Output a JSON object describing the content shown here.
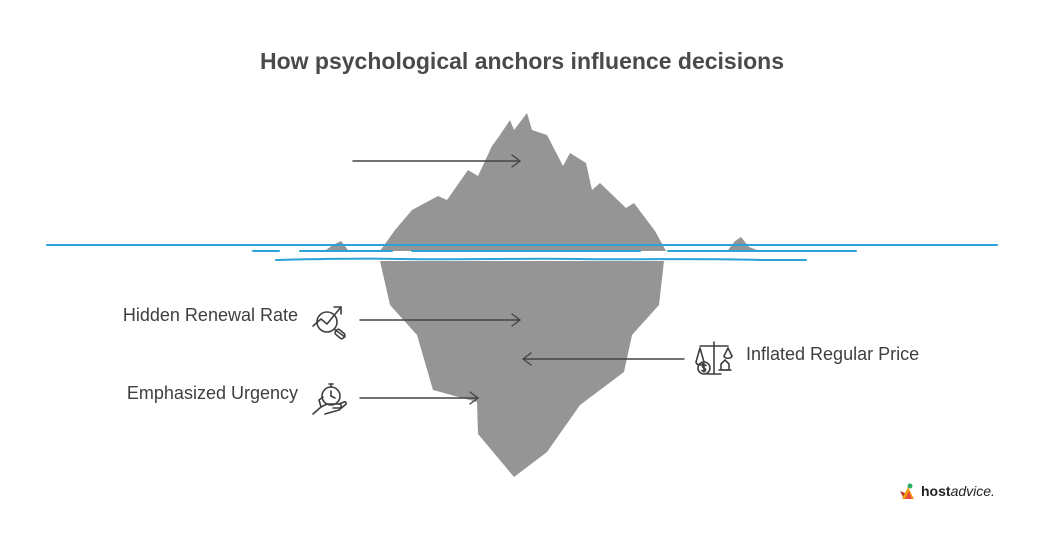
{
  "title": "How psychological anchors influence decisions",
  "labels": {
    "hidden_renewal_rate": "Hidden Renewal Rate",
    "emphasized_urgency": "Emphasized Urgency",
    "inflated_regular_price": "Inflated Regular Price"
  },
  "icons": {
    "hidden_renewal_rate": "magnifier-trend-icon",
    "emphasized_urgency": "hand-stopwatch-icon",
    "inflated_regular_price": "balance-scale-icon"
  },
  "logo": {
    "brand_bold": "host",
    "brand_italic": "advice."
  },
  "colors": {
    "iceberg": "#959595",
    "water": "#2aa3d6",
    "text": "#3f3f3f",
    "arrow": "#444444"
  }
}
